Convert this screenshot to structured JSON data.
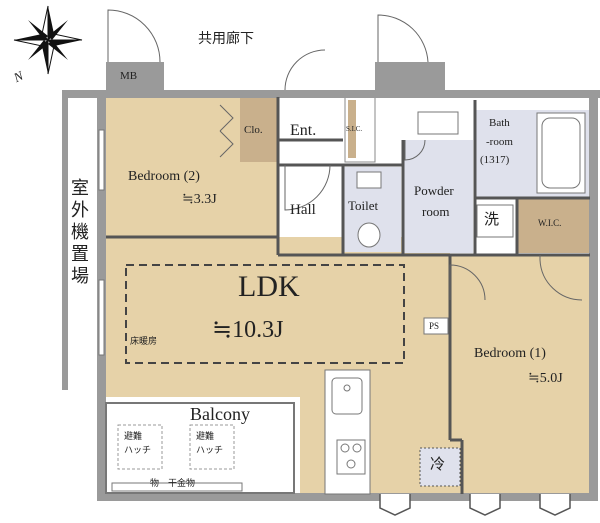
{
  "corridor_label": "共用廊下",
  "compass_label": "N",
  "outdoor_unit_label": [
    "室",
    "外",
    "機",
    "置",
    "場"
  ],
  "rooms": {
    "mb": "MB",
    "closet": "Clo.",
    "entrance": "Ent.",
    "shoe_closet": "S.I.C.",
    "bathroom_name": "Bath",
    "bathroom_name2": "-room",
    "bathroom_size": "(1317)",
    "bedroom2_name": "Bedroom (2)",
    "bedroom2_area": "≒3.3J",
    "hall": "Hall",
    "toilet": "Toilet",
    "powder_name": "Powder",
    "powder_name2": "room",
    "washer": "洗",
    "wic": "W.I.C.",
    "ldk_name": "LDK",
    "ldk_area": "≒10.3J",
    "floor_heating": "床暖房",
    "ps": "PS",
    "bedroom1_name": "Bedroom (1)",
    "bedroom1_area": "≒5.0J",
    "balcony": "Balcony",
    "fridge": "冷",
    "hatch1_a": "避難",
    "hatch1_b": "ハッチ",
    "hatch2_a": "避難",
    "hatch2_b": "ハッチ",
    "storage": "物　干金物"
  },
  "colors": {
    "wood_floor": "#e6d2a8",
    "tile_floor": "#dfe1ec",
    "closet_floor": "#c9b08c",
    "wall": "#9a9a9a",
    "line": "#444444"
  }
}
